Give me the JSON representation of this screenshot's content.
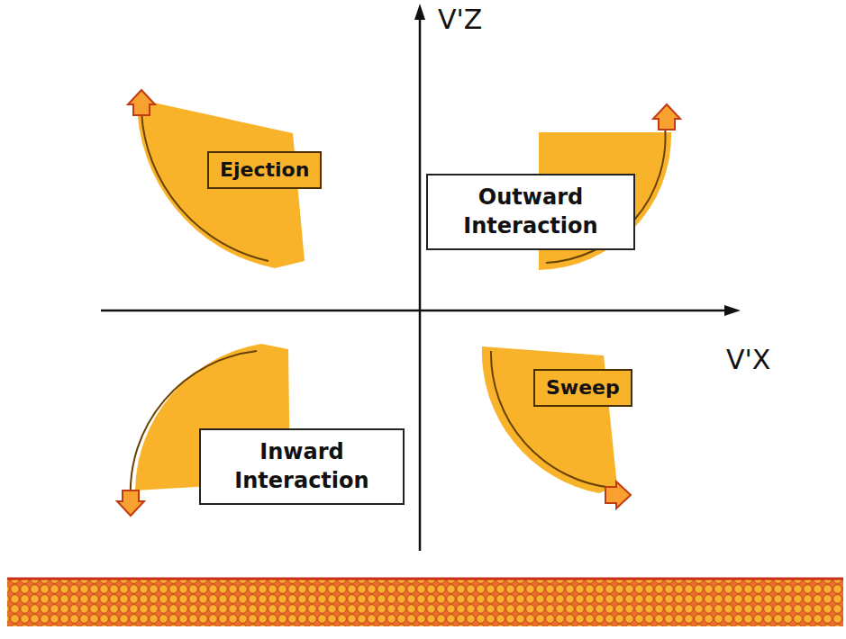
{
  "diagram": {
    "nodes": [
      {
        "text": [
          "Ejection"
        ]
      },
      {
        "text": [
          "Outward Interaction"
        ]
      },
      {
        "text": [
          "Inward Interaction"
        ]
      },
      {
        "text": [
          "Sweep"
        ]
      }
    ],
    "labels": [
      "V'Z",
      "V'X"
    ]
  }
}
